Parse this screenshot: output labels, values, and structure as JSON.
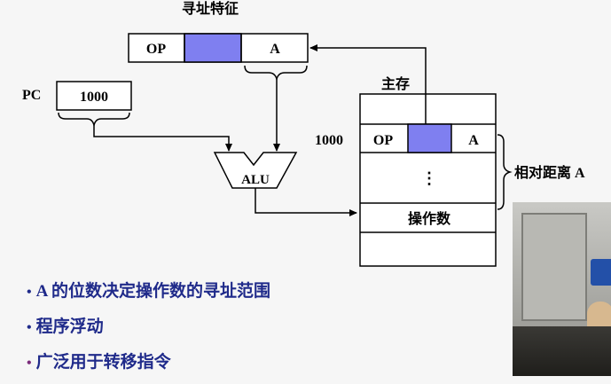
{
  "diagram": {
    "title": "寻址特征",
    "instruction": {
      "op": "OP",
      "addr": "A"
    },
    "pc": {
      "label": "PC",
      "value": "1000"
    },
    "alu": "ALU",
    "memory": {
      "label": "主存",
      "row_address": "1000",
      "row_op": "OP",
      "row_addr": "A",
      "ellipsis": "⋮",
      "operand": "操作数"
    },
    "distance_label": "相对距离 A"
  },
  "bullets": [
    {
      "text": "A 的位数决定操作数的寻址范围"
    },
    {
      "text": "程序浮动"
    },
    {
      "text": "广泛用于转移指令",
      "dot_color": "#7a2a7a"
    }
  ],
  "colors": {
    "highlight": "#7f7ff0",
    "text": "#1f2a8a",
    "line": "#000000"
  }
}
